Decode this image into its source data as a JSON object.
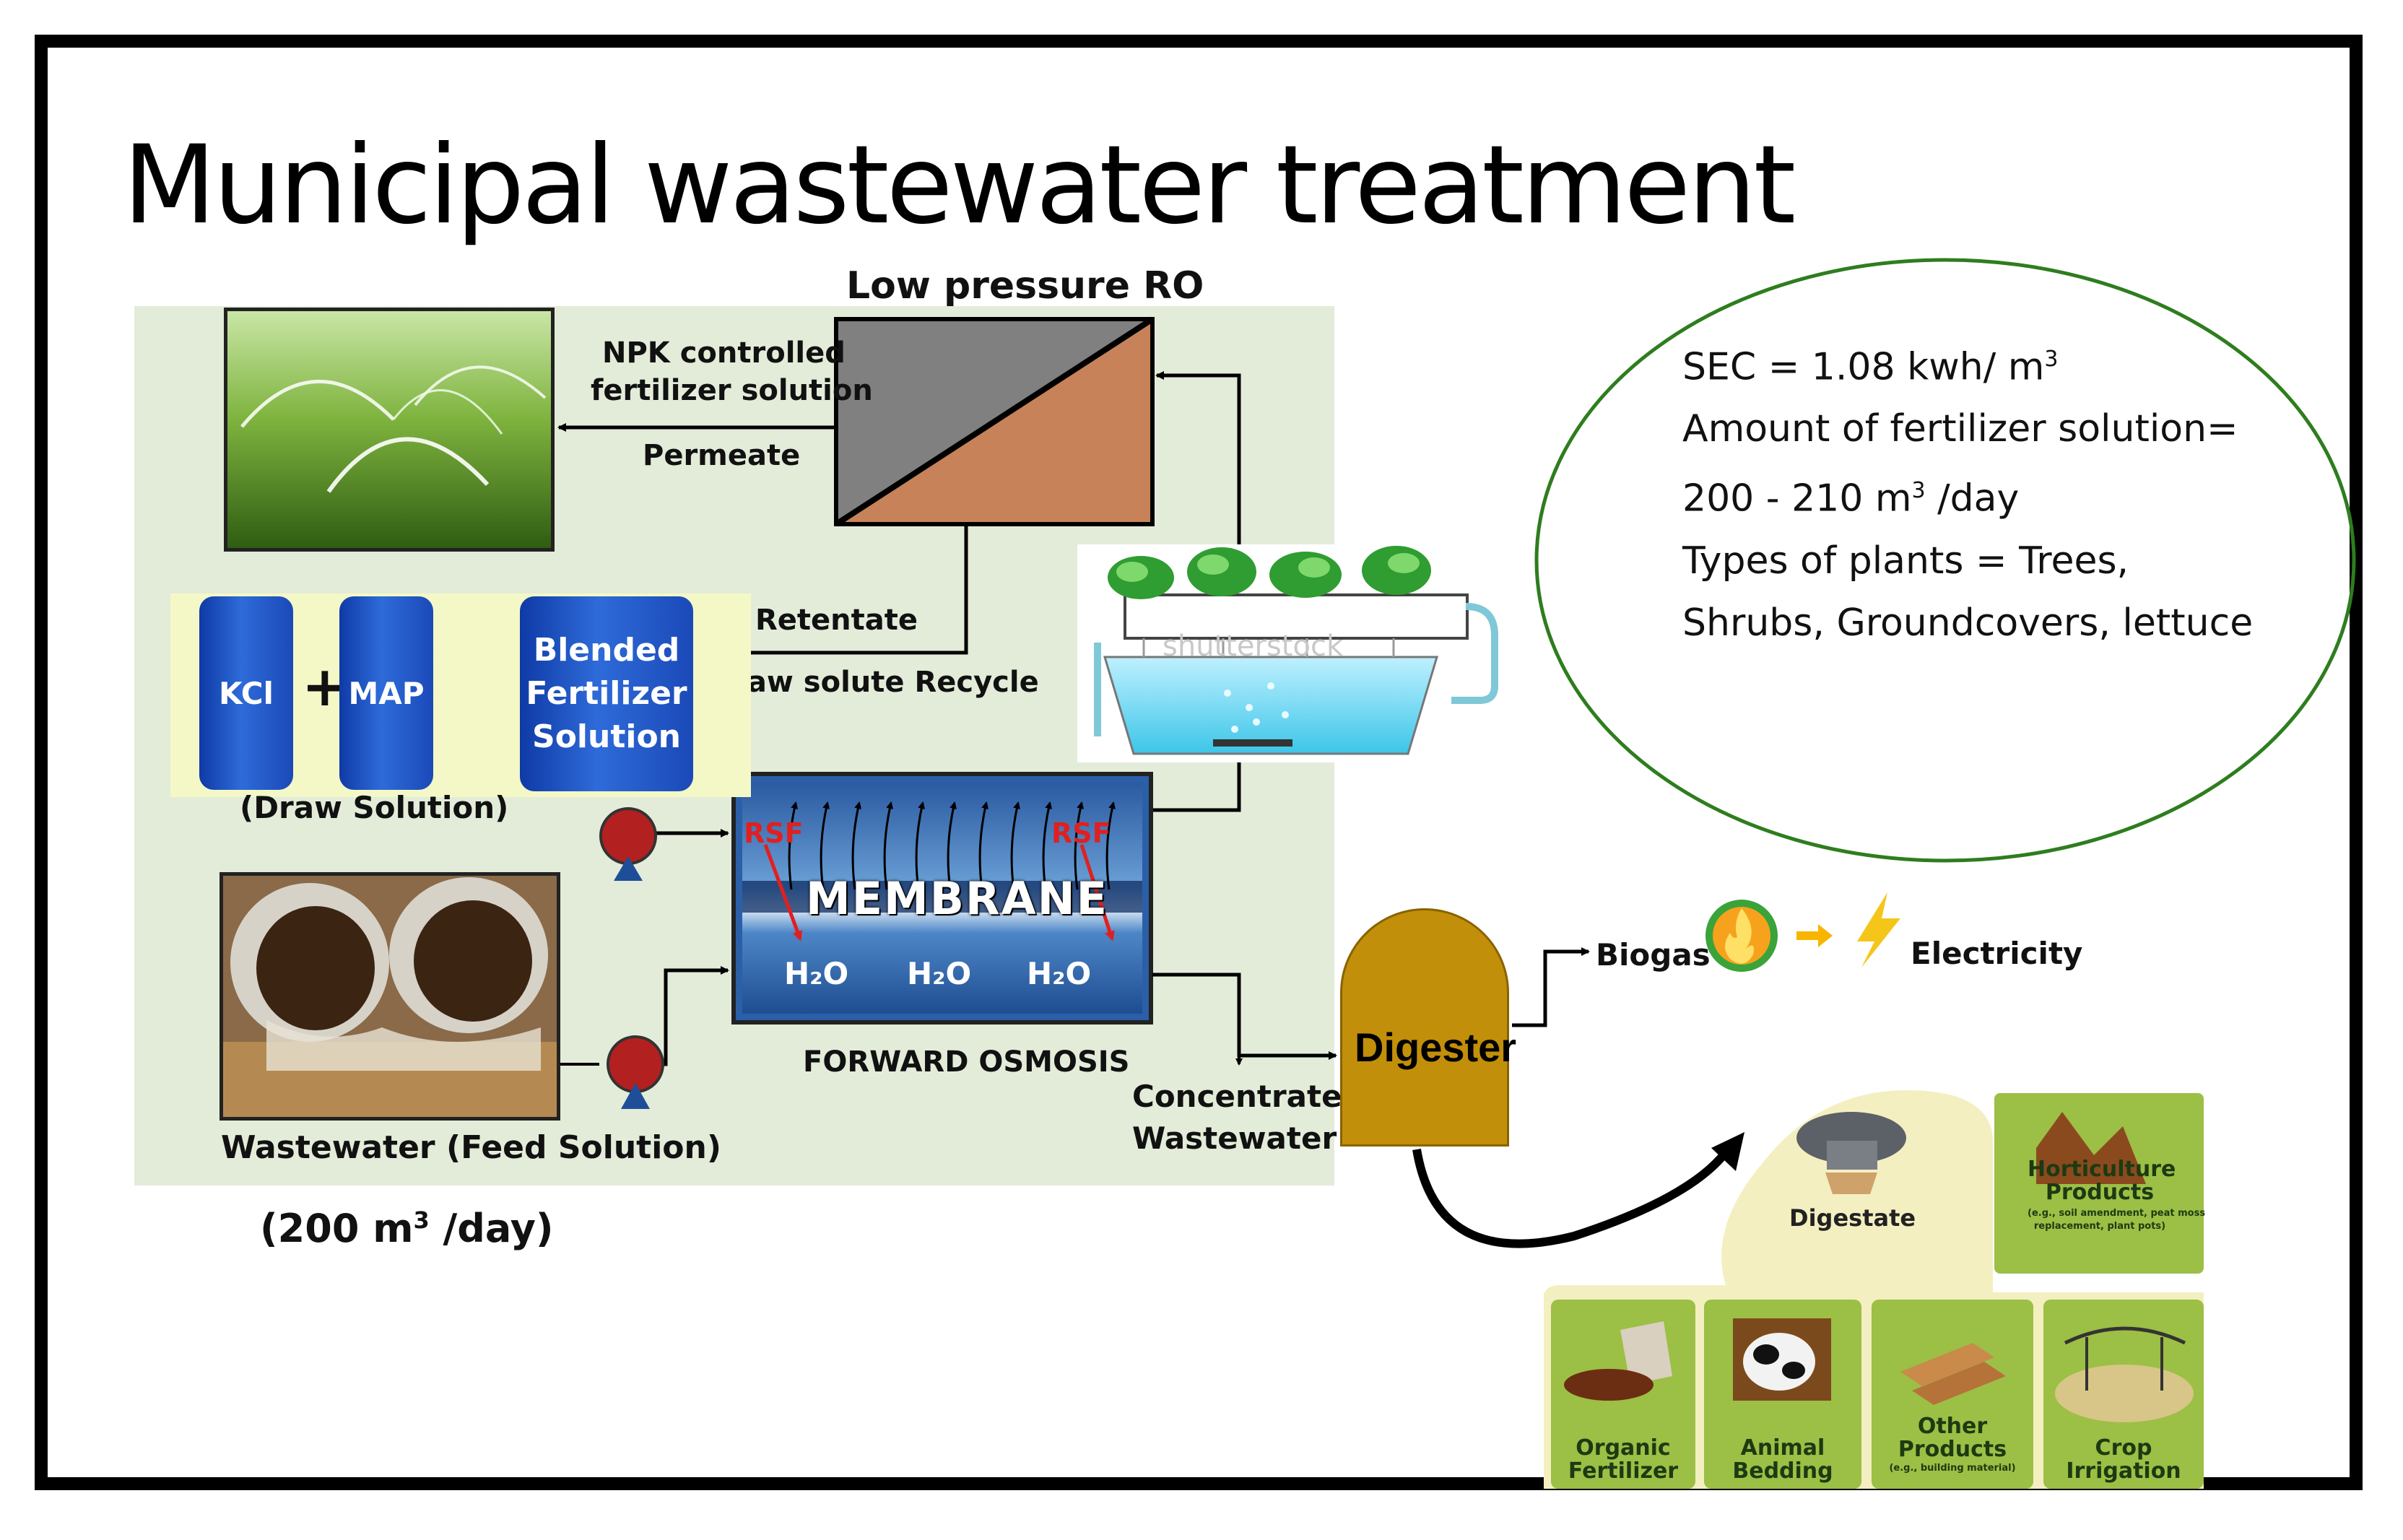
{
  "title": "Municipal wastewater treatment",
  "diagram": {
    "low_pressure_ro": "Low pressure RO",
    "npk_line1": "NPK controlled",
    "npk_line2": "fertilizer solution",
    "permeate": "Permeate",
    "retentate": "Retentate",
    "draw_solute_recycle": "Draw solute Recycle",
    "kcl": "KCl",
    "plus": "+",
    "map": "MAP",
    "blended_line1": "Blended",
    "blended_line2": "Fertilizer",
    "blended_line3": "Solution",
    "draw_solution": "(Draw Solution)",
    "wastewater_feed": "Wastewater (Feed Solution)",
    "flow_rate_prefix": "(200 m",
    "flow_rate_sup": "3",
    "flow_rate_suffix": " /day)",
    "membrane": "MEMBRANE",
    "rsf": "RSF",
    "h2o": "H₂O",
    "forward_osmosis": "FORWARD OSMOSIS",
    "concentrate_line1": "Concentrate",
    "concentrate_line2": "Wastewater",
    "digester": "Digester",
    "biogas": "Biogas",
    "electricity": "Electricity",
    "shutterstock": "shutterstock",
    "digestate": "Digestate",
    "horticulture_line1": "Horticulture",
    "horticulture_line2": "Products",
    "horticulture_note1": "(e.g., soil amendment, peat moss",
    "horticulture_note2": "replacement, plant pots)",
    "organic_line1": "Organic",
    "organic_line2": "Fertilizer",
    "animal_line1": "Animal",
    "animal_line2": "Bedding",
    "other_line1": "Other",
    "other_line2": "Products",
    "other_note": "(e.g., building material)",
    "crop_line1": "Crop",
    "crop_line2": "Irrigation"
  },
  "info": {
    "sec_prefix": "SEC = 1.08 kwh/ m",
    "sec_sup": "3",
    "amount_line": "Amount of fertilizer solution=",
    "range_prefix": "200 - 210 m",
    "range_sup": "3",
    "range_suffix": " /day",
    "plants_line1": "Types of plants = Trees,",
    "plants_line2": "Shrubs, Groundcovers, lettuce"
  },
  "colors": {
    "panel": "#e3ecd9",
    "ro_gray": "#808080",
    "ro_orange": "#c7825a",
    "membrane_blue": "#2b5fa8",
    "pump_red": "#b32020",
    "digester": "#c28f0a",
    "ellipse": "#2e7d1e",
    "tile_green": "#9cbf45"
  }
}
